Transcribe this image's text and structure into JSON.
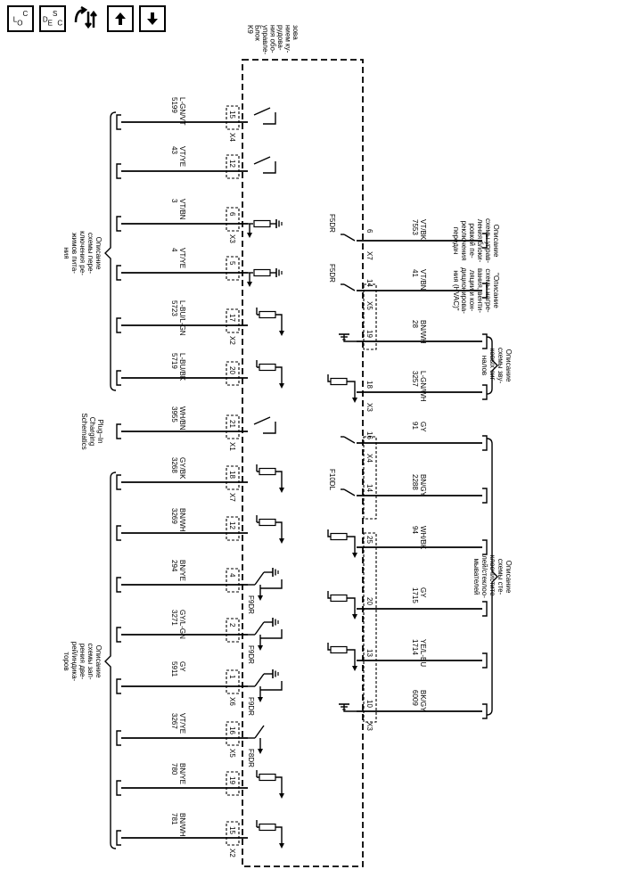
{
  "toolbar": {
    "loc": {
      "main": "L",
      "sub1": "O",
      "sub2": "C"
    },
    "desc": {
      "main": "D",
      "sub1": "E",
      "sub2": "S",
      "sub3": "C"
    }
  },
  "module": {
    "label_lines": [
      "K9",
      "Блок",
      "управле-",
      "ния обо-",
      "рудова-",
      "нием ку-",
      "зова"
    ]
  },
  "left_wires": [
    {
      "num": "5199",
      "color": "L-GN/VT",
      "pin": "15",
      "conn": "X4",
      "device": "switch"
    },
    {
      "num": "43",
      "color": "VT/YE",
      "pin": "12",
      "conn": "",
      "device": "switch"
    },
    {
      "num": "3",
      "color": "VT/BN",
      "pin": "6",
      "conn": "X3",
      "device": "pulldown"
    },
    {
      "num": "4",
      "color": "VT/YE",
      "pin": "5",
      "conn": "",
      "device": "pulldown"
    },
    {
      "num": "5723",
      "color": "L-BU/L-GN",
      "pin": "17",
      "conn": "X2",
      "device": "pullup"
    },
    {
      "num": "5719",
      "color": "L-BU/BK",
      "pin": "20",
      "conn": "",
      "device": "pullup"
    },
    {
      "num": "3955",
      "color": "WH/BN",
      "pin": "21",
      "conn": "X1",
      "device": "switch"
    },
    {
      "num": "3268",
      "color": "GY/BK",
      "pin": "18",
      "conn": "X7",
      "device": "pullup"
    },
    {
      "num": "3269",
      "color": "BN/WH",
      "pin": "12",
      "conn": "",
      "device": "pullup"
    },
    {
      "num": "294",
      "color": "BN/YE",
      "pin": "4",
      "conn": "",
      "device": "f9dr",
      "fuse": "F9DR"
    },
    {
      "num": "3271",
      "color": "GY/L-GN",
      "pin": "2",
      "conn": "",
      "device": "f9dr",
      "fuse": "F9DR"
    },
    {
      "num": "5911",
      "color": "GY",
      "pin": "1",
      "conn": "X6",
      "device": "f9dr",
      "fuse": "F9DR"
    },
    {
      "num": "3267",
      "color": "VT/YE",
      "pin": "16",
      "conn": "X5",
      "device": "f8dr",
      "fuse": "F8DR"
    },
    {
      "num": "780",
      "color": "BN/YE",
      "pin": "19",
      "conn": "",
      "device": "pullup"
    },
    {
      "num": "781",
      "color": "BN/WH",
      "pin": "15",
      "conn": "X2",
      "device": "pullup"
    }
  ],
  "right_wires": [
    {
      "num": "7553",
      "color": "VT/BK",
      "pin": "6",
      "conn": "X7",
      "device": "fuse",
      "fuse": "F5DR"
    },
    {
      "num": "41",
      "color": "VT/BN",
      "pin": "14",
      "conn": "X5",
      "device": "fuse",
      "fuse": "F5DR"
    },
    {
      "num": "28",
      "color": "BN/WH",
      "pin": "19",
      "conn": "",
      "device": "ground"
    },
    {
      "num": "3257",
      "color": "L-GN/WH",
      "pin": "18",
      "conn": "X3",
      "device": "pullup"
    },
    {
      "num": "91",
      "color": "GY",
      "pin": "16",
      "conn": "X4",
      "device": "fuse",
      "fuse": ""
    },
    {
      "num": "2288",
      "color": "BN/GY",
      "pin": "14",
      "conn": "",
      "device": "fuse",
      "fuse": "F10DL"
    },
    {
      "num": "94",
      "color": "WH/BK",
      "pin": "25",
      "conn": "",
      "device": "pullup"
    },
    {
      "num": "1715",
      "color": "GY",
      "pin": "20",
      "conn": "",
      "device": "pullup"
    },
    {
      "num": "1714",
      "color": "YE/L-BU",
      "pin": "13",
      "conn": "",
      "device": "pullup"
    },
    {
      "num": "6009",
      "color": "BK/GY",
      "pin": "10",
      "conn": "X3",
      "device": "ground"
    }
  ],
  "left_groups": [
    {
      "label_lines": [
        "Описание",
        "схемы пере-",
        "ключения ре-",
        "жимов пита-",
        "ния"
      ]
    },
    {
      "label_lines": [
        "Plug–In",
        "Charging",
        "Schematics"
      ]
    },
    {
      "label_lines": [
        "Описание",
        "схемы зап-",
        "рения две-",
        "рей/индика-",
        "торов"
      ]
    }
  ],
  "right_groups": [
    {
      "label_lines": [
        "Описание",
        "схемы управ-",
        "ления блоки-",
        "ровкой пе-",
        "реключения",
        "передач"
      ]
    },
    {
      "label_lines": [
        "\"Описание",
        "схемы нагре-",
        "вания, венти-",
        "ляции и кон-",
        "диционирова-",
        "ния (HVAC)\""
      ]
    },
    {
      "label_lines": [
        "Описание",
        "схемы зву-",
        "ковых сиг-",
        "налов"
      ]
    },
    {
      "label_lines": [
        "Описание",
        "схемы сте-",
        "клоочистите-",
        "лей/стеклоо-",
        "мывателей"
      ]
    }
  ]
}
